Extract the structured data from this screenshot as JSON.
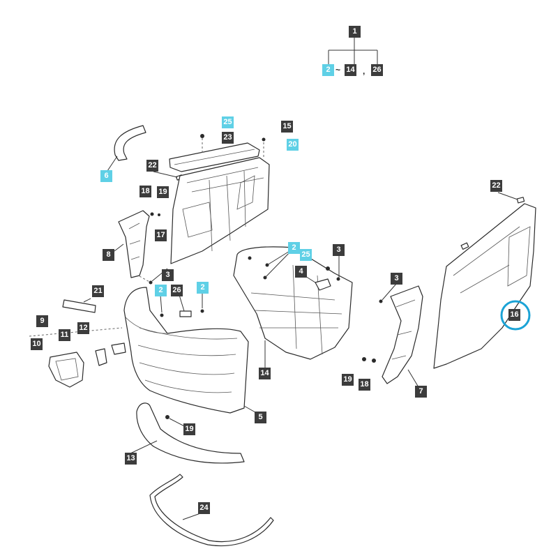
{
  "diagram": {
    "highlight_color": "#1ba3d6",
    "labels": {
      "top_1": "1",
      "top_2": "2",
      "top_tilde": "~",
      "top_14": "14",
      "top_comma": ",",
      "top_26": "26",
      "l6": "6",
      "l25a": "25",
      "l23": "23",
      "l15": "15",
      "l20": "20",
      "l22a": "22",
      "l18a": "18",
      "l19a": "19",
      "l17": "17",
      "l8": "8",
      "l3a": "3",
      "l2a": "2",
      "l25b": "25",
      "l3b": "3",
      "l4": "4",
      "l21": "21",
      "l2b": "2",
      "l26": "26",
      "l2c": "2",
      "l9": "9",
      "l11": "11",
      "l12": "12",
      "l10": "10",
      "l14": "14",
      "l3c": "3",
      "l19b": "19",
      "l18b": "18",
      "l7": "7",
      "l5": "5",
      "l19c": "19",
      "l13": "13",
      "l24": "24",
      "l22b": "22",
      "l16": "16"
    }
  }
}
